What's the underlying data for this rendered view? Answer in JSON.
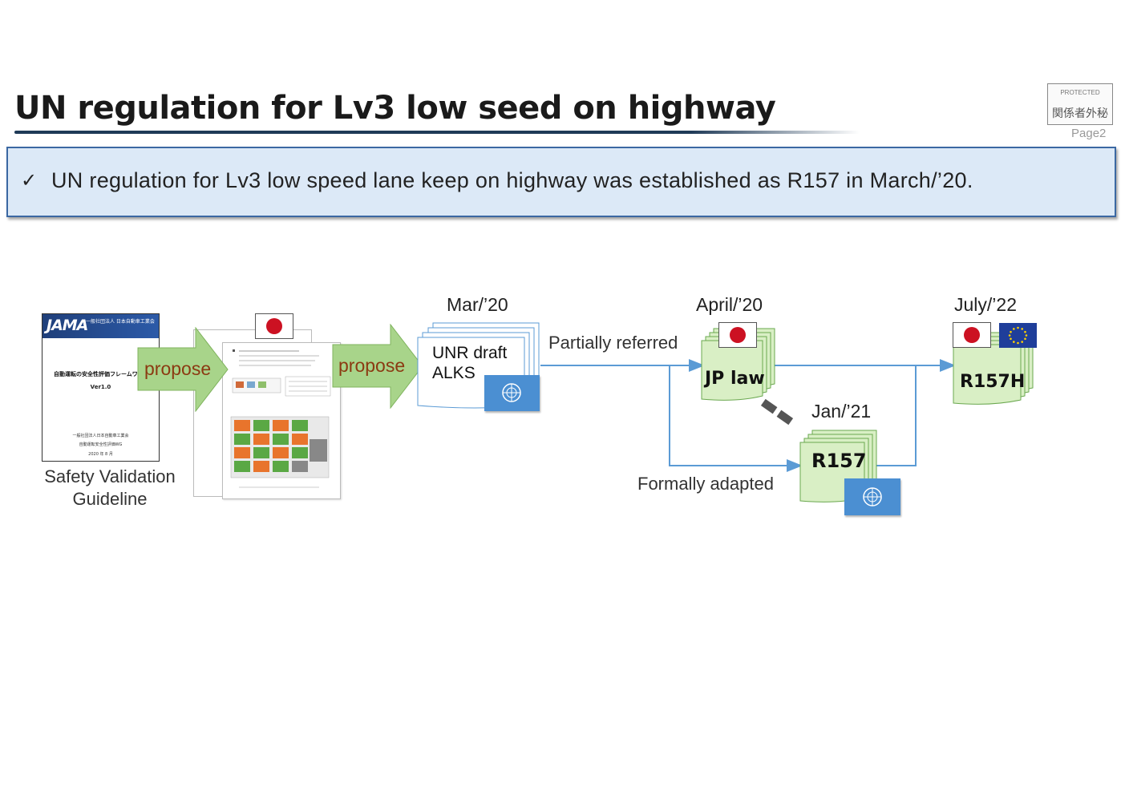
{
  "header": {
    "title": "UN regulation for Lv3 low seed on highway",
    "stamp_top": "PROTECTED",
    "stamp_bottom": "関係者外秘",
    "page_label": "Page2"
  },
  "banner": {
    "check_icon": "✓",
    "text": "UN regulation for Lv3 low speed lane keep on highway was established as R157 in March/’20."
  },
  "jama_doc": {
    "logo_text": "JAMA",
    "org_name": "一般社団法人 日本自動車工業会",
    "title": "自動運転の安全性評価フレームワーク",
    "version": "Ver1.0",
    "footer_1": "一般社団法人日本自動車工業会",
    "footer_2": "自動運転安全性評価WG",
    "footer_3": "2020 年 8 月",
    "caption_line1": "Safety Validation",
    "caption_line2": "Guideline"
  },
  "diagram": {
    "propose_1": "propose",
    "propose_2": "propose",
    "unr_date": "Mar/’20",
    "unr_line1": "UNR draft",
    "unr_line2": "ALKS",
    "partially_referred": "Partially referred",
    "jp_date": "April/’20",
    "jp_label": "JP law",
    "r157_date": "Jan/’21",
    "r157_label": "R157",
    "formally_adapted": "Formally adapted",
    "r157h_date": "July/’22",
    "r157h_label": "R157H"
  },
  "colors": {
    "banner_bg": "#dce9f7",
    "banner_border": "#3b68a3",
    "arrow_green": "#a8d48a",
    "doc_green": "#d9efc5",
    "line_blue": "#5b9bd5",
    "un_blue": "#4b8fd2",
    "jp_red": "#cc1122",
    "propose_text": "#8b3a12"
  }
}
